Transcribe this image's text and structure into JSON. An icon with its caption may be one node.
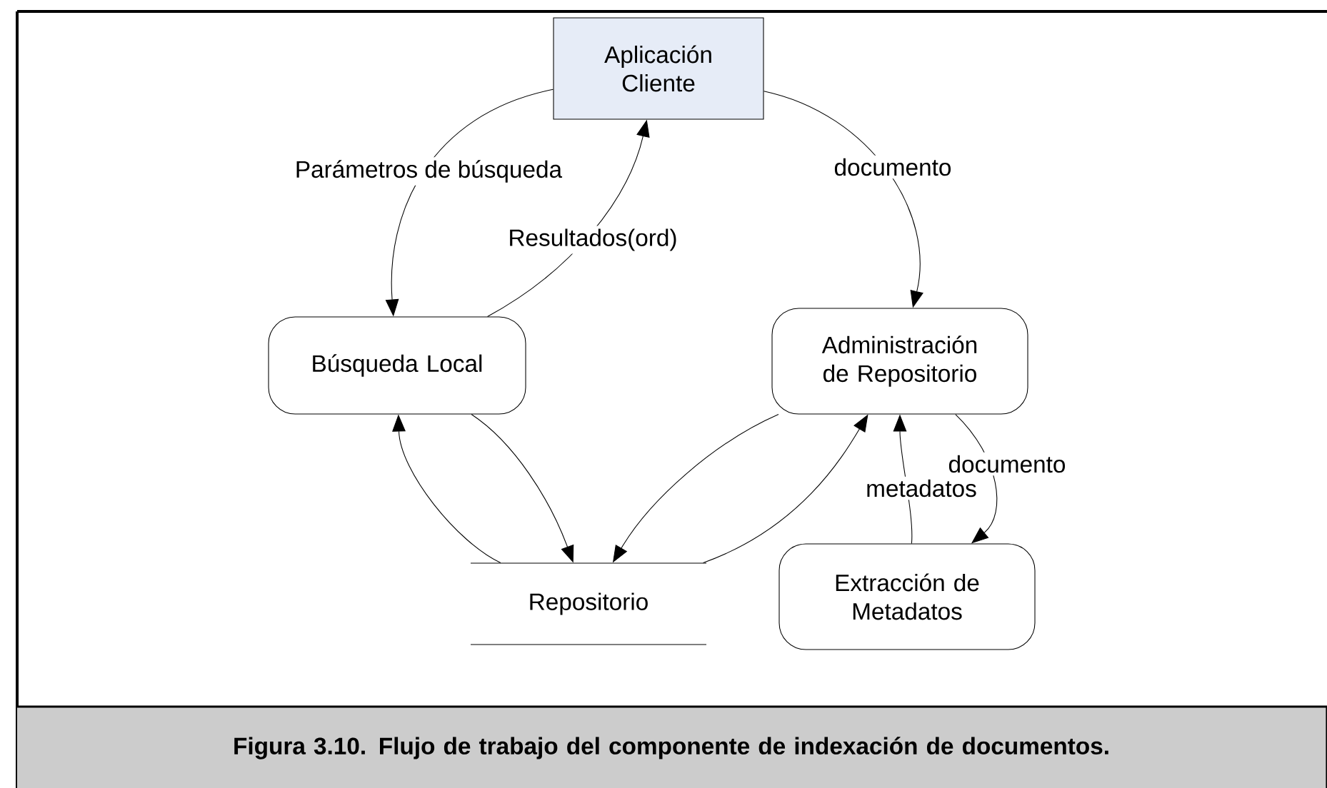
{
  "diagram": {
    "caption": "Figura 3.10. Flujo de trabajo del componente de indexación de documentos.",
    "nodes": [
      {
        "text": [
          "Aplicación Cliente"
        ]
      },
      {
        "text": [
          "Búsqueda Local"
        ]
      },
      {
        "text": [
          "Administración de Repositorio"
        ]
      },
      {
        "text": [
          "Repositorio"
        ]
      },
      {
        "text": [
          "Extracción de Metadatos"
        ]
      }
    ],
    "edges": [
      {
        "from": 0,
        "to": 1,
        "arrow": "to",
        "label": "Parámetros de búsqueda"
      },
      {
        "from": 1,
        "to": 0,
        "arrow": "to",
        "label": "Resultados(ord)"
      },
      {
        "from": 0,
        "to": 2,
        "arrow": "to",
        "label": "documento"
      },
      {
        "from": 3,
        "to": 1,
        "arrow": "to"
      },
      {
        "from": 1,
        "to": 3,
        "arrow": "to"
      },
      {
        "from": 2,
        "to": 3,
        "arrow": "to"
      },
      {
        "from": 3,
        "to": 2,
        "arrow": "to"
      },
      {
        "from": 4,
        "to": 2,
        "arrow": "to",
        "label": "metadatos"
      },
      {
        "from": 2,
        "to": 4,
        "arrow": "to",
        "label": "documento"
      }
    ]
  }
}
